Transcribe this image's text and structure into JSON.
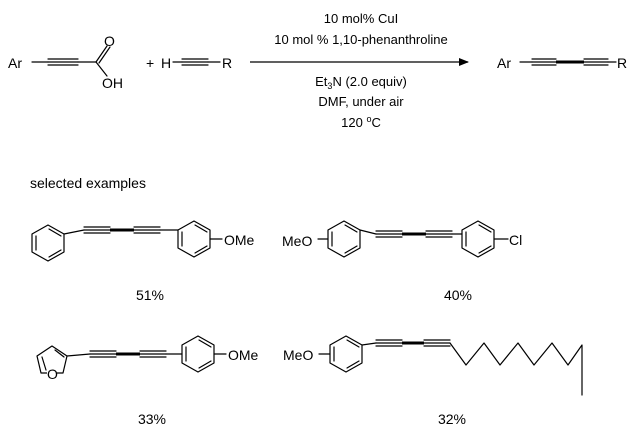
{
  "reaction": {
    "reactant1": {
      "ar": "Ar",
      "o": "O",
      "oh": "OH"
    },
    "plus": "+",
    "reactant2": {
      "h": "H",
      "r": "R"
    },
    "conditions_above": [
      "10 mol% CuI",
      "10 mol % 1,10-phenanthroline"
    ],
    "conditions_below": {
      "base": {
        "a": "Et",
        "sub": "3",
        "b": "N (2.0 equiv)"
      },
      "solvent": "DMF, under air",
      "temperature": {
        "a": "120 ",
        "sup": "o",
        "b": "C"
      }
    },
    "product": {
      "ar": "Ar",
      "r": "R"
    }
  },
  "section_label": "selected examples",
  "examples": [
    {
      "substituent": "OMe",
      "yield": "51%"
    },
    {
      "left_substituent": "MeO",
      "right_substituent": "Cl",
      "yield": "40%"
    },
    {
      "heteroatom": "O",
      "substituent": "OMe",
      "yield": "33%"
    },
    {
      "left_substituent": "MeO",
      "yield": "32%"
    }
  ]
}
